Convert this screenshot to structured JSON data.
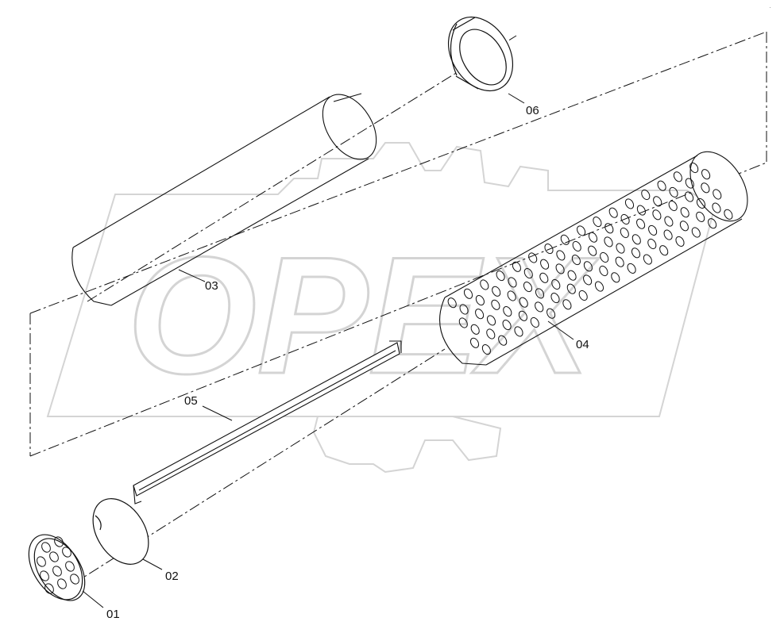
{
  "watermark": {
    "logo_text": "OPEX",
    "color": "#d8d8d8"
  },
  "parts": [
    {
      "id": "01",
      "label": "01"
    },
    {
      "id": "02",
      "label": "02"
    },
    {
      "id": "03",
      "label": "03"
    },
    {
      "id": "04",
      "label": "04"
    },
    {
      "id": "05",
      "label": "05"
    },
    {
      "id": "06",
      "label": "06"
    }
  ],
  "colors": {
    "line": "#111111",
    "background": "#ffffff"
  }
}
